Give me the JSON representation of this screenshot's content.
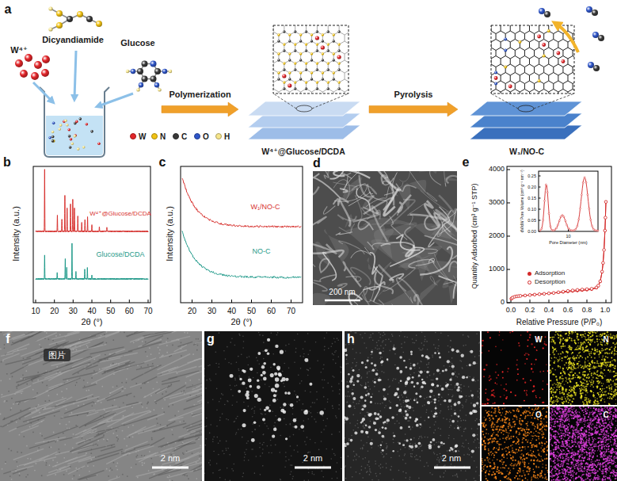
{
  "diagram": {
    "nodes": [
      {
        "text": [
          "W⁴⁺",
          "Dicyandiamide",
          "Glucose"
        ]
      },
      {
        "text": [
          "W⁴⁺@Glucose/DCDA"
        ]
      },
      {
        "text": [
          "W₁/NO-C"
        ]
      }
    ],
    "edges": [
      {
        "from": 0,
        "to": 1,
        "label": "Polymerization",
        "arrow": "to"
      },
      {
        "from": 1,
        "to": 2,
        "label": "Pyrolysis",
        "arrow": "to"
      }
    ],
    "labels": [
      "a",
      "b",
      "Intensity (a.u.)",
      "W⁴⁺@Glucose/DCDA",
      "Glucose/DCDA",
      "10",
      "20",
      "30",
      "40",
      "50",
      "60",
      "70",
      "2θ (°)",
      "c",
      "Intensity (a.u.)",
      "W₁/NO-C",
      "NO-C",
      "20",
      "30",
      "40",
      "50",
      "60",
      "70",
      "2θ (°)",
      "d",
      "200 nm",
      "e",
      "Quantity Adsorbed (cm³ g⁻¹ STP)",
      "0",
      "1000",
      "2000",
      "3000",
      "4000",
      "0.0",
      "0.2",
      "0.4",
      "0.6",
      "0.8",
      "1.0",
      "Relative Pressure (P/P₀)",
      "dV/dW Pore Volume (cm³ g⁻¹ nm⁻¹)",
      "0.00",
      "0.05",
      "0.10",
      "0.15",
      "0.20",
      "0.25",
      "10",
      "Pore Diameter (nm)",
      "f",
      "图片",
      "2 nm",
      "g",
      "2 nm",
      "h",
      "2 nm",
      "W",
      "N",
      "O",
      "C"
    ],
    "legend": [
      {
        "text": "W",
        "color": "#e3262a"
      },
      {
        "text": "N",
        "color": "#f2c314"
      },
      {
        "text": "C",
        "color": "#3a3a3a"
      },
      {
        "text": "O",
        "color": "#2f56c9"
      },
      {
        "text": "H",
        "color": "#f6e58a"
      },
      {
        "text": "Adsorption"
      },
      {
        "text": "Desorption"
      }
    ]
  }
}
